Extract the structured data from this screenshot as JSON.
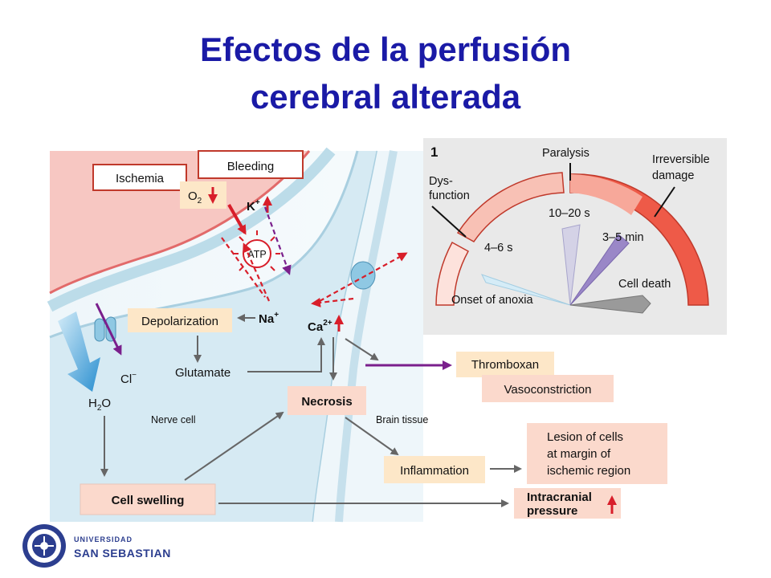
{
  "title": {
    "line1": "Efectos de la perfusión",
    "line2": "cerebral alterada"
  },
  "labels": {
    "ischemia": "Ischemia",
    "bleeding": "Bleeding",
    "o2": "O",
    "o2_sub": "2",
    "k": "K",
    "k_sup": "+",
    "atp": "ATP",
    "na": "Na",
    "na_sup": "+",
    "ca": "Ca",
    "ca_sup": "2+",
    "cl": "Cl",
    "cl_sup": "−",
    "h2o_h": "H",
    "h2o_sub": "2",
    "h2o_o": "O",
    "depolarization": "Depolarization",
    "glutamate": "Glutamate",
    "nerve_cell": "Nerve cell",
    "necrosis": "Necrosis",
    "brain_tissue": "Brain tissue",
    "thromboxan": "Thromboxan",
    "vasoconstriction": "Vasoconstriction",
    "inflammation": "Inflammation",
    "lesion_line1": "Lesion of cells",
    "lesion_line2": "at margin of",
    "lesion_line3": "ischemic region",
    "cell_swelling": "Cell swelling",
    "icp_line1": "Intracranial",
    "icp_line2": "pressure"
  },
  "inset": {
    "number": "1",
    "dysfunction_line1": "Dys-",
    "dysfunction_line2": "function",
    "paralysis": "Paralysis",
    "irreversible_line1": "Irreversible",
    "irreversible_line2": "damage",
    "t_4_6": "4–6 s",
    "t_10_20": "10–20 s",
    "t_3_5": "3–5 min",
    "cell_death": "Cell death",
    "onset": "Onset of anoxia"
  },
  "logo": {
    "line1": "UNIVERSIDAD",
    "line2": "SAN SEBASTIAN"
  },
  "colors": {
    "title": "#1a1aa6",
    "red_arrow": "#d81e2a",
    "purple_arrow": "#7a1f8c",
    "label_fill": "#fde7c8",
    "pink_fill": "#fbd9cc"
  }
}
